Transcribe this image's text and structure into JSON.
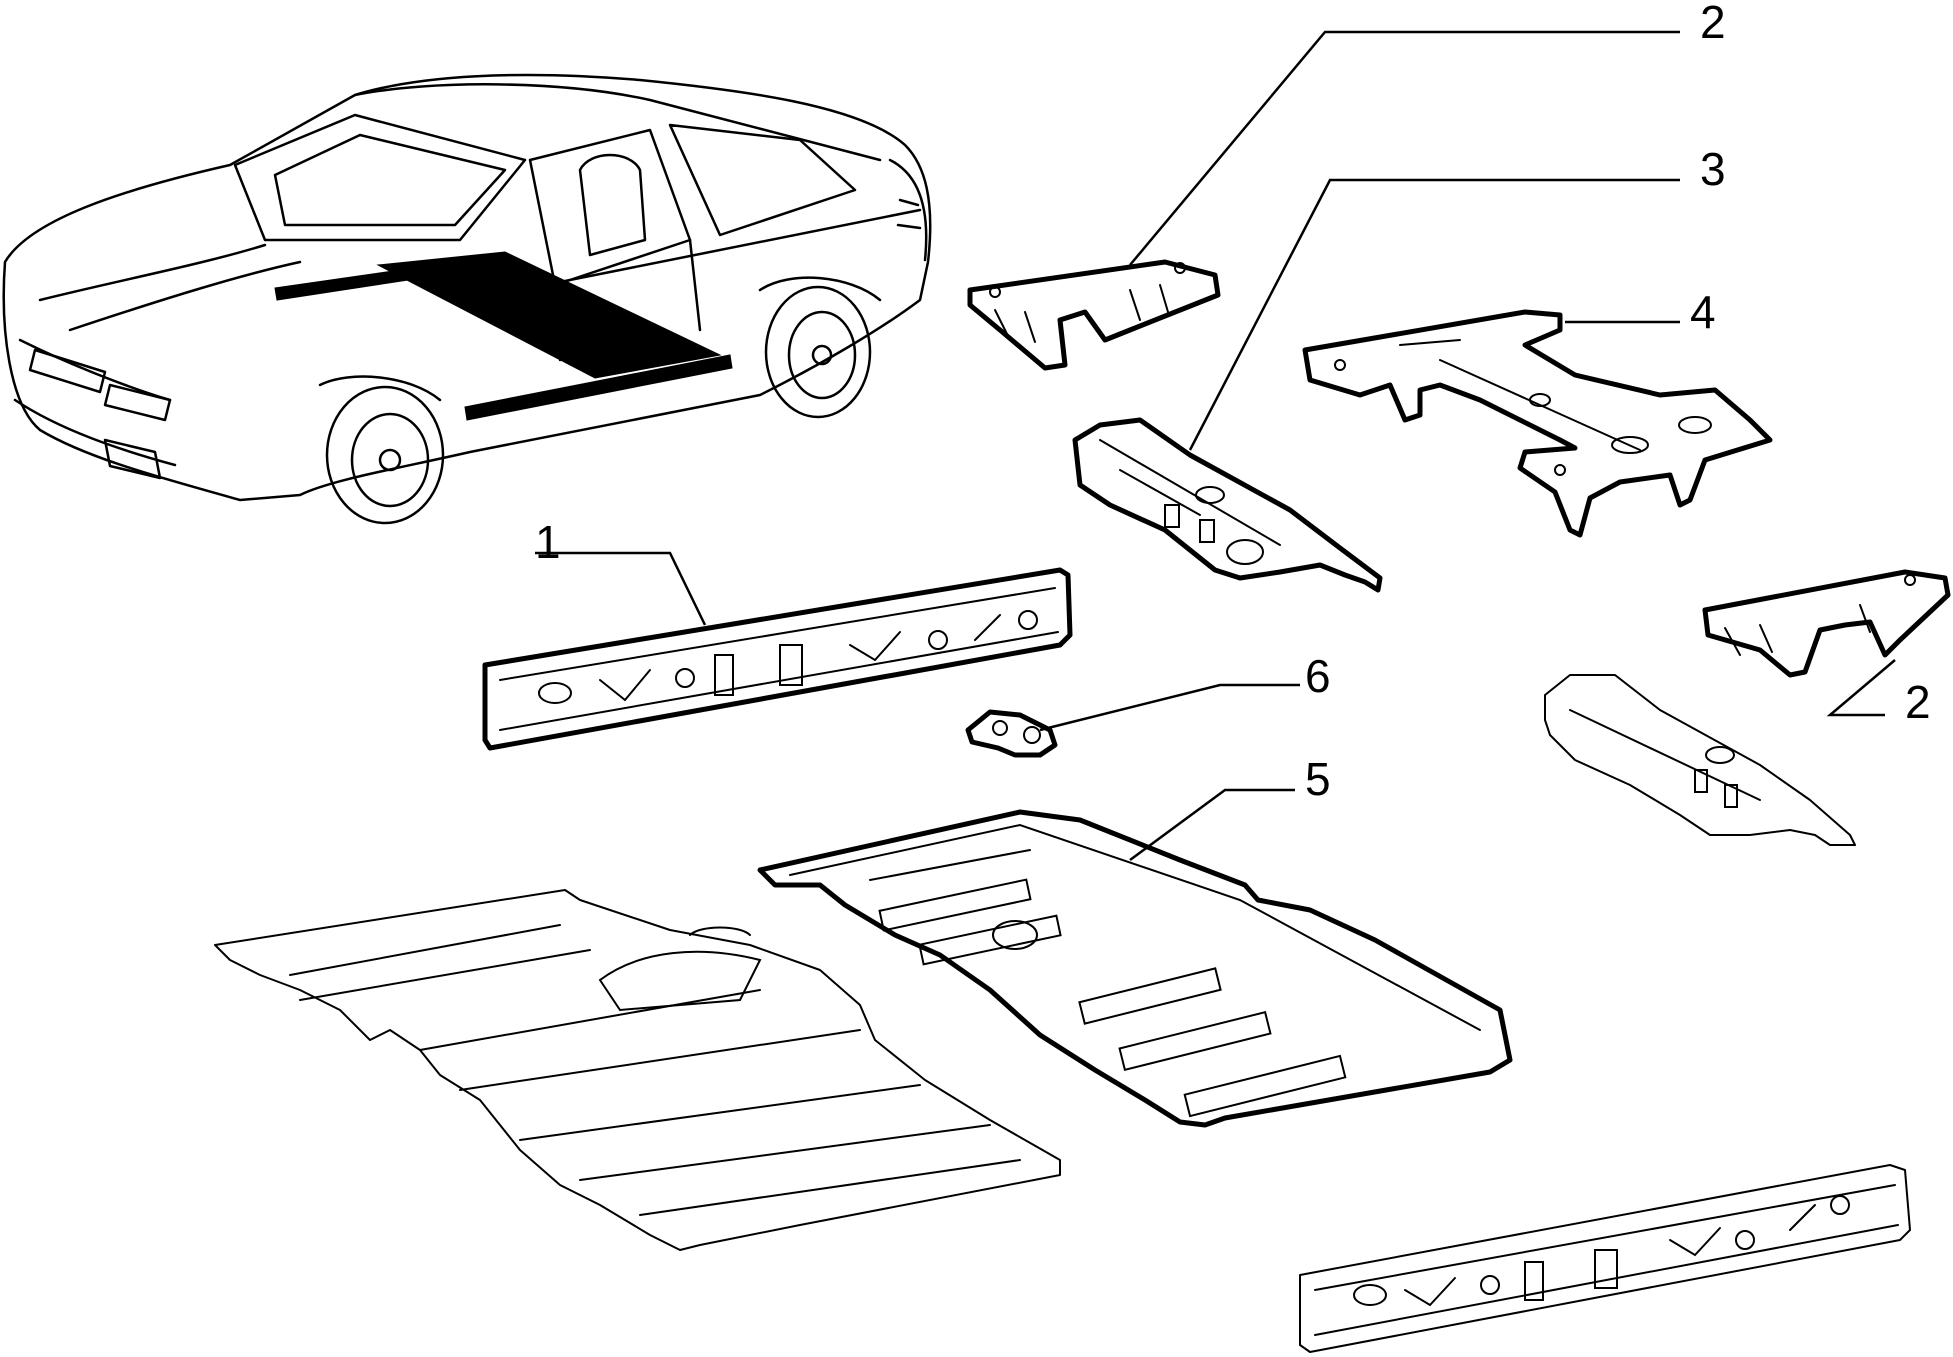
{
  "callouts": [
    {
      "label": "2",
      "key": "bracket-top"
    },
    {
      "label": "3",
      "key": "crossmember-left"
    },
    {
      "label": "4",
      "key": "seat-crossmember"
    },
    {
      "label": "1",
      "key": "left-side-rail"
    },
    {
      "label": "2",
      "key": "bracket-right"
    },
    {
      "label": "6",
      "key": "small-plate"
    },
    {
      "label": "5",
      "key": "rear-floor-panel"
    }
  ]
}
